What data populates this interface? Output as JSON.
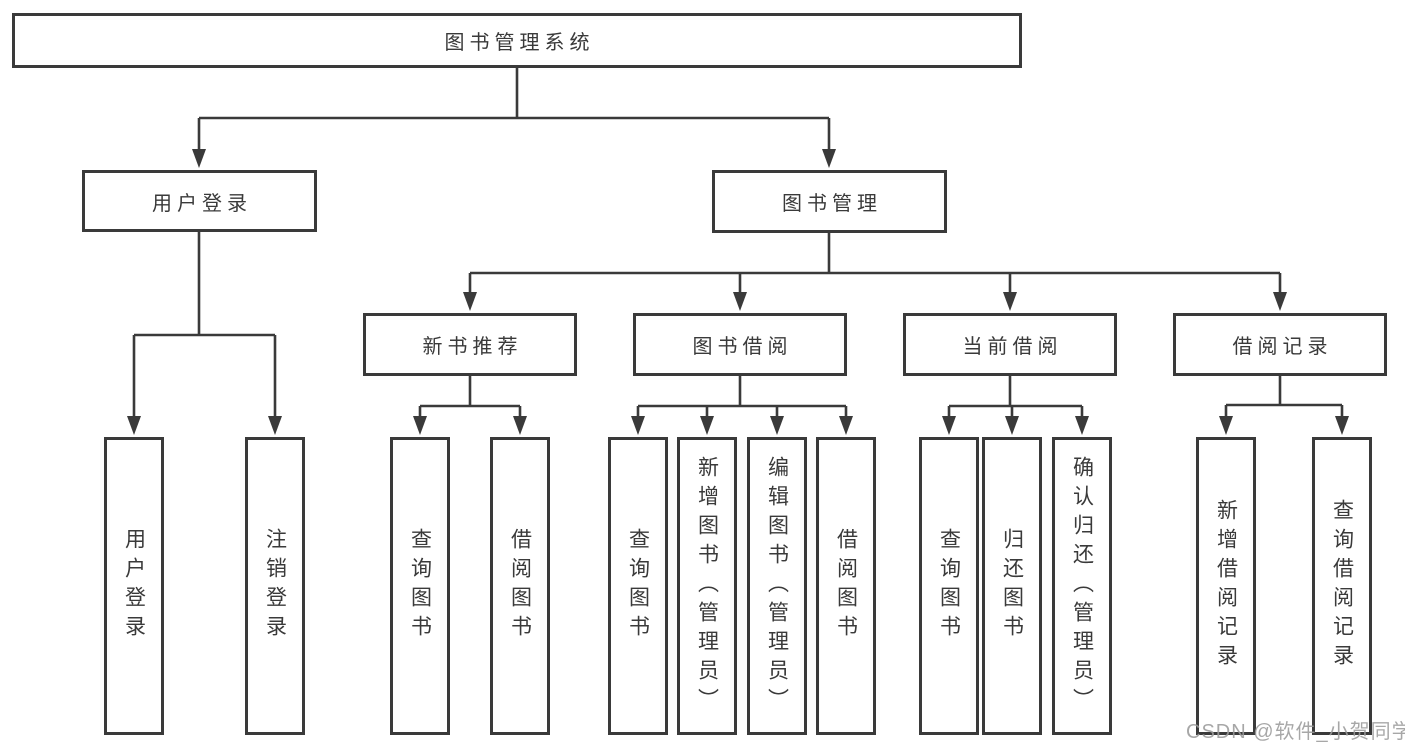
{
  "diagram": {
    "type": "tree",
    "root": {
      "label": "图书管理系统"
    },
    "level2": [
      {
        "label": "用户登录"
      },
      {
        "label": "图书管理"
      }
    ],
    "level3": [
      {
        "label": "新书推荐",
        "parent": "图书管理"
      },
      {
        "label": "图书借阅",
        "parent": "图书管理"
      },
      {
        "label": "当前借阅",
        "parent": "图书管理"
      },
      {
        "label": "借阅记录",
        "parent": "图书管理"
      }
    ],
    "leaves": [
      {
        "label": "用户登录",
        "parent": "用户登录"
      },
      {
        "label": "注销登录",
        "parent": "用户登录"
      },
      {
        "label": "查询图书",
        "parent": "新书推荐"
      },
      {
        "label": "借阅图书",
        "parent": "新书推荐"
      },
      {
        "label": "查询图书",
        "parent": "图书借阅"
      },
      {
        "label": "新增图书（管理员）",
        "parent": "图书借阅"
      },
      {
        "label": "编辑图书（管理员）",
        "parent": "图书借阅"
      },
      {
        "label": "借阅图书",
        "parent": "图书借阅"
      },
      {
        "label": "查询图书",
        "parent": "当前借阅"
      },
      {
        "label": "归还图书",
        "parent": "当前借阅"
      },
      {
        "label": "确认归还（管理员）",
        "parent": "当前借阅"
      },
      {
        "label": "新增借阅记录",
        "parent": "借阅记录"
      },
      {
        "label": "查询借阅记录",
        "parent": "借阅记录"
      }
    ],
    "colors": {
      "line": "#3a3a3a",
      "box_border": "#3a3a3a",
      "text": "#3a3a3a",
      "watermark": "#9c9c9c",
      "background": "#ffffff"
    }
  },
  "watermark": {
    "text": "CSDN @软件_小贺同学"
  }
}
